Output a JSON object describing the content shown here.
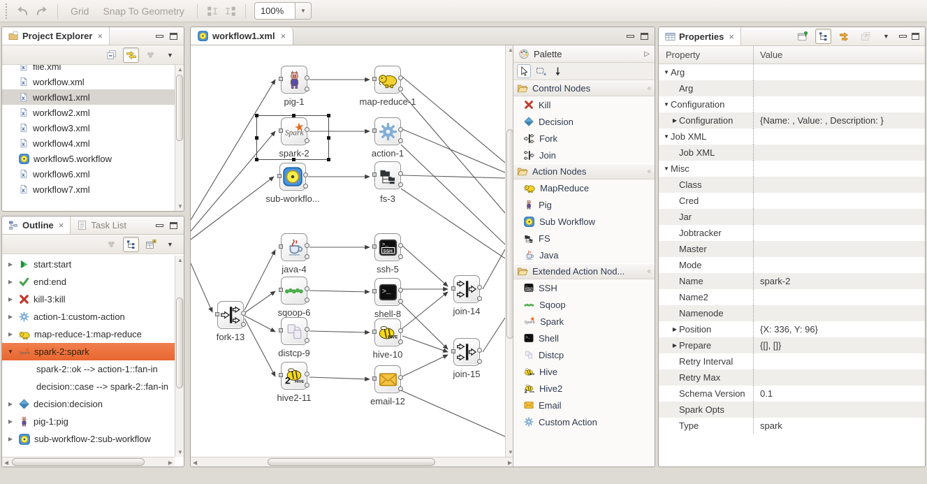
{
  "accent_colors": {
    "selection_orange": "#ec6b38",
    "selection_gray": "#d8d4cf"
  },
  "toolbar": {
    "icons": [
      "undo-icon",
      "redo-icon",
      "align-distribute-icon",
      "align-match-icon"
    ],
    "grid_label": "Grid",
    "snap_label": "Snap To Geometry",
    "zoom_value": "100%"
  },
  "project_explorer": {
    "title": "Project Explorer",
    "toolbar_icons": [
      "collapse-all-icon",
      "link-with-editor-icon",
      "view-menu-icon"
    ],
    "files": [
      {
        "name": "file.xml",
        "icon": "xml-file"
      },
      {
        "name": "workflow.xml",
        "icon": "xml-file"
      },
      {
        "name": "workflow1.xml",
        "icon": "xml-file",
        "selected": true
      },
      {
        "name": "workflow2.xml",
        "icon": "xml-file"
      },
      {
        "name": "workflow3.xml",
        "icon": "xml-file"
      },
      {
        "name": "workflow4.xml",
        "icon": "xml-file"
      },
      {
        "name": "workflow5.workflow",
        "icon": "workflow-file"
      },
      {
        "name": "workflow6.xml",
        "icon": "xml-file"
      },
      {
        "name": "workflow7.xml",
        "icon": "xml-file"
      }
    ]
  },
  "outline": {
    "title": "Outline",
    "task_list_title": "Task List",
    "toolbar_icons": [
      "tree-mode-icon",
      "table-mode-icon",
      "view-menu-icon"
    ],
    "items": [
      {
        "label": "start:start",
        "icon": "start"
      },
      {
        "label": "end:end",
        "icon": "end"
      },
      {
        "label": "kill-3:kill",
        "icon": "kill"
      },
      {
        "label": "action-1:custom-action",
        "icon": "gear"
      },
      {
        "label": "map-reduce-1:map-reduce",
        "icon": "elephant"
      },
      {
        "label": "spark-2:spark",
        "icon": "spark",
        "selected": true,
        "expanded": true
      },
      {
        "label": "spark-2::ok --> action-1::fan-in",
        "child": true
      },
      {
        "label": "decision::case --> spark-2::fan-in",
        "child": true
      },
      {
        "label": "decision:decision",
        "icon": "decision"
      },
      {
        "label": "pig-1:pig",
        "icon": "pig"
      },
      {
        "label": "sub-workflow-2:sub-workflow",
        "icon": "sub-workflow"
      }
    ]
  },
  "editor": {
    "tab_title": "workflow1.xml",
    "nodes": [
      {
        "label": "pig-1",
        "type": "pig"
      },
      {
        "label": "map-reduce-1",
        "type": "map-reduce"
      },
      {
        "label": "spark-2",
        "type": "spark",
        "selected": true
      },
      {
        "label": "action-1",
        "type": "custom-action"
      },
      {
        "label": "sub-workflo...",
        "type": "sub-workflow"
      },
      {
        "label": "fs-3",
        "type": "fs"
      },
      {
        "label": "fork-13",
        "type": "fork"
      },
      {
        "label": "java-4",
        "type": "java"
      },
      {
        "label": "ssh-5",
        "type": "ssh"
      },
      {
        "label": "sqoop-6",
        "type": "sqoop"
      },
      {
        "label": "shell-8",
        "type": "shell"
      },
      {
        "label": "distcp-9",
        "type": "distcp"
      },
      {
        "label": "hive-10",
        "type": "hive"
      },
      {
        "label": "hive2-11",
        "type": "hive2"
      },
      {
        "label": "email-12",
        "type": "email"
      },
      {
        "label": "join-14",
        "type": "join"
      },
      {
        "label": "join-15",
        "type": "join"
      }
    ]
  },
  "palette": {
    "title": "Palette",
    "tool_icons": [
      "select-cursor-icon",
      "marquee-icon",
      "connection-arrow-icon"
    ],
    "sections": [
      {
        "title": "Control Nodes",
        "items": [
          {
            "label": "Kill",
            "icon": "kill"
          },
          {
            "label": "Decision",
            "icon": "decision"
          },
          {
            "label": "Fork",
            "icon": "fork"
          },
          {
            "label": "Join",
            "icon": "join"
          }
        ]
      },
      {
        "title": "Action Nodes",
        "items": [
          {
            "label": "MapReduce",
            "icon": "elephant"
          },
          {
            "label": "Pig",
            "icon": "pig"
          },
          {
            "label": "Sub Workflow",
            "icon": "sub-workflow"
          },
          {
            "label": "FS",
            "icon": "fs"
          },
          {
            "label": "Java",
            "icon": "java"
          }
        ]
      },
      {
        "title": "Extended Action Nod...",
        "items": [
          {
            "label": "SSH",
            "icon": "ssh"
          },
          {
            "label": "Sqoop",
            "icon": "sqoop"
          },
          {
            "label": "Spark",
            "icon": "spark"
          },
          {
            "label": "Shell",
            "icon": "shell"
          },
          {
            "label": "Distcp",
            "icon": "distcp"
          },
          {
            "label": "Hive",
            "icon": "hive"
          },
          {
            "label": "Hive2",
            "icon": "hive2"
          },
          {
            "label": "Email",
            "icon": "email"
          },
          {
            "label": "Custom Action",
            "icon": "gear"
          }
        ]
      }
    ]
  },
  "properties": {
    "title": "Properties",
    "toolbar_icons": [
      "pin-view-icon",
      "tree-mode-icon",
      "sync-arrows-icon",
      "restore-icon",
      "view-menu-icon"
    ],
    "columns": [
      "Property",
      "Value"
    ],
    "rows": [
      {
        "property": "Arg",
        "value": ""
      },
      {
        "property": "Arg",
        "value": ""
      },
      {
        "property": "Configuration",
        "value": ""
      },
      {
        "property": "Configuration",
        "value": "{Name: , Value: , Description: }"
      },
      {
        "property": "Job XML",
        "value": ""
      },
      {
        "property": "Job XML",
        "value": ""
      },
      {
        "property": "Misc",
        "value": ""
      },
      {
        "property": "Class",
        "value": ""
      },
      {
        "property": "Cred",
        "value": ""
      },
      {
        "property": "Jar",
        "value": ""
      },
      {
        "property": "Jobtracker",
        "value": ""
      },
      {
        "property": "Master",
        "value": ""
      },
      {
        "property": "Mode",
        "value": ""
      },
      {
        "property": "Name",
        "value": "spark-2"
      },
      {
        "property": "Name2",
        "value": ""
      },
      {
        "property": "Namenode",
        "value": ""
      },
      {
        "property": "Position",
        "value": "{X: 336, Y: 96}"
      },
      {
        "property": "Prepare",
        "value": "{[], []}"
      },
      {
        "property": "Retry Interval",
        "value": ""
      },
      {
        "property": "Retry Max",
        "value": ""
      },
      {
        "property": "Schema Version",
        "value": "0.1"
      },
      {
        "property": "Spark Opts",
        "value": ""
      },
      {
        "property": "Type",
        "value": "spark"
      }
    ]
  }
}
